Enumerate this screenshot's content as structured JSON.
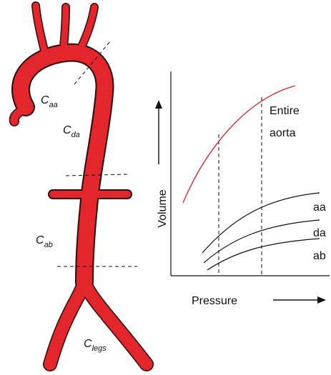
{
  "colors": {
    "aorta_fill": "#e3262c",
    "aorta_outline": "#2a0c0c",
    "curve_entire": "#e3262c",
    "curve_segments": "#111111"
  },
  "aorta_labels": {
    "aa": {
      "main": "C",
      "sub": "aa"
    },
    "da": {
      "main": "C",
      "sub": "da"
    },
    "ab": {
      "main": "C",
      "sub": "ab"
    },
    "legs": {
      "main": "C",
      "sub": "legs"
    }
  },
  "graph": {
    "ylabel": "Volume",
    "xlabel": "Pressure",
    "curve_labels": {
      "entire_line1": "Entire",
      "entire_line2": "aorta",
      "aa": "aa",
      "da": "da",
      "ab": "ab"
    }
  }
}
